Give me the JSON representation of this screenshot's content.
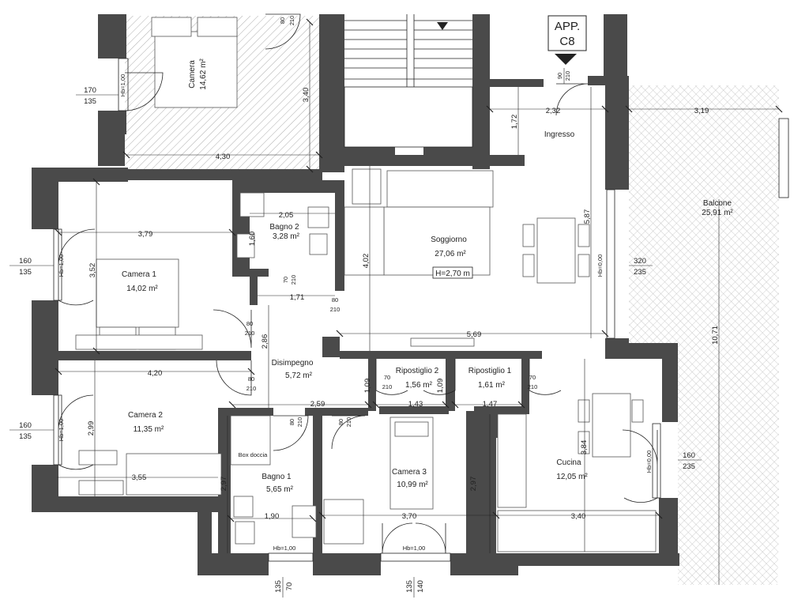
{
  "apartment": {
    "tag_line1": "APP.",
    "tag_line2": "C8"
  },
  "rooms": {
    "camera_top": {
      "name": "Camera",
      "area": "14,62 m²"
    },
    "ingresso": {
      "name": "Ingresso"
    },
    "balcone": {
      "name": "Balcone",
      "area": "25,91 m²"
    },
    "bagno2": {
      "name": "Bagno 2",
      "area": "3,28 m²"
    },
    "soggiorno": {
      "name": "Soggiorno",
      "area": "27,06 m²",
      "height": "H=2,70 m"
    },
    "camera1": {
      "name": "Camera 1",
      "area": "14,02 m²"
    },
    "disimpegno": {
      "name": "Disimpegno",
      "area": "5,72 m²"
    },
    "ripostiglio2": {
      "name": "Ripostiglio 2",
      "area": "1,56 m²"
    },
    "ripostiglio1": {
      "name": "Ripostiglio 1",
      "area": "1,61 m²"
    },
    "camera2": {
      "name": "Camera 2",
      "area": "11,35 m²"
    },
    "bagno1": {
      "name": "Bagno 1",
      "area": "5,65 m²"
    },
    "camera3": {
      "name": "Camera 3",
      "area": "10,99 m²"
    },
    "cucina": {
      "name": "Cucina",
      "area": "12,05 m²"
    }
  },
  "dimensions": {
    "d_4_30": "4,30",
    "d_3_40": "3,40",
    "d_2_32": "2,32",
    "d_1_72": "1,72",
    "d_3_19": "3,19",
    "d_5_87": "5,87",
    "d_10_71": "10,71",
    "d_2_05": "2,05",
    "d_1_60": "1,60",
    "d_3_79": "3,79",
    "d_3_52": "3,52",
    "d_4_02": "4,02",
    "d_1_71": "1,71",
    "d_5_69": "5,69",
    "d_2_86": "2,86",
    "d_4_20": "4,20",
    "d_1_09a": "1,09",
    "d_1_09b": "1,09",
    "d_2_59": "2,59",
    "d_1_43": "1,43",
    "d_1_47": "1,47",
    "d_2_99": "2,99",
    "d_3_55": "3,55",
    "d_2_97a": "2,97",
    "d_2_97b": "2,97",
    "d_3_84": "3,84",
    "d_1_90": "1,90",
    "d_3_70": "3,70",
    "d_3_40b": "3,40"
  },
  "openings": {
    "w_top_a": "170",
    "w_top_b": "135",
    "w_c1_a": "160",
    "w_c1_b": "135",
    "w_c2_a": "160",
    "w_c2_b": "135",
    "w_sog_a": "320",
    "w_sog_b": "235",
    "w_cuc_a": "160",
    "w_cuc_b": "235",
    "w_b1_a": "135",
    "w_b1_b": "70",
    "w_c3_a": "135",
    "w_c3_b": "140",
    "ent_a": "90",
    "ent_b": "210"
  },
  "door_codes": {
    "dc1a": "80",
    "dc1b": "210",
    "dc2a": "80",
    "dc2b": "210",
    "dc3a": "70",
    "dc3b": "210",
    "dc4a": "80",
    "dc4b": "210",
    "dc5a": "70",
    "dc5b": "210",
    "dc6a": "70",
    "dc6b": "210",
    "dc7a": "80",
    "dc7b": "210",
    "dc8a": "80",
    "dc8b": "210",
    "dc9a": "80",
    "dc9b": "210"
  },
  "sill_heights": {
    "hb_top": "Hb=1,00",
    "hb_c1": "Hb=1,00",
    "hb_c2": "Hb=1,00",
    "hb_sog": "Hb=0,00",
    "hb_cuc": "Hb=0,00",
    "hb_b1": "Hb=1,00",
    "hb_c3": "Hb=1,00"
  },
  "fixture_text": {
    "box": "Box doccia"
  },
  "colors": {
    "wall": "#4a4a4a",
    "line": "#222222",
    "paper": "#ffffff"
  }
}
